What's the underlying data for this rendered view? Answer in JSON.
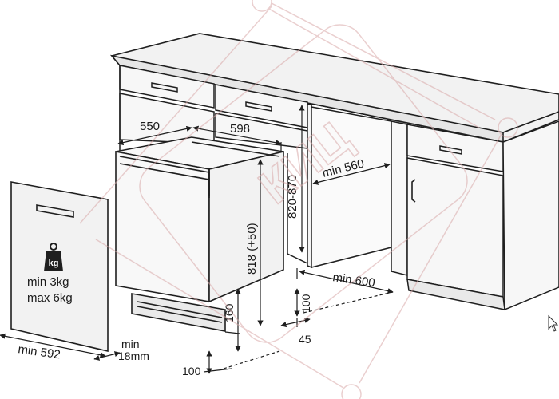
{
  "dimensions": {
    "depth": "550",
    "width": "598",
    "height_range": "820-870",
    "niche_depth_min": "min 560",
    "appliance_height": "818 (+50)",
    "niche_width_min": "min 600",
    "plinth_height": "100",
    "foot_height": "160",
    "foot_offset": "45",
    "door_width_min": "min 592",
    "door_thickness_min": "min",
    "door_thickness_value": "18mm",
    "front_offset": "100"
  },
  "door_weight": {
    "icon_label": "kg",
    "min_label": "min  3kg",
    "max_label": "max 6kg"
  },
  "watermark": {
    "text": "КИЦ"
  },
  "colors": {
    "line": "#1f1f1f",
    "cabinet_fill": "#f4f4f4",
    "countertop_fill": "#f0f0f0",
    "watermark": "#d9a9a9"
  },
  "icons": [
    "weight-icon",
    "cursor-icon"
  ]
}
